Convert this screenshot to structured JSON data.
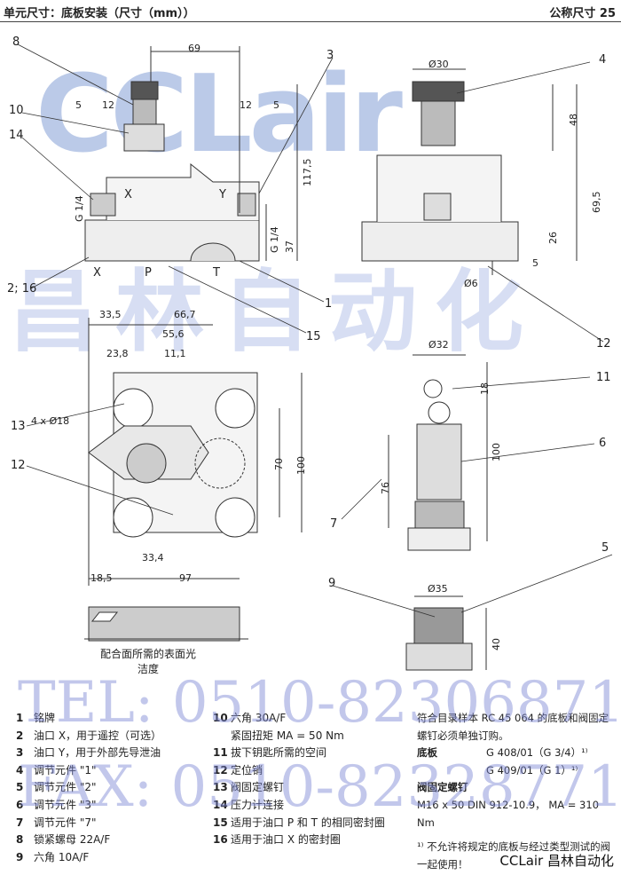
{
  "header": {
    "title": "单元尺寸：底板安装（尺寸（mm））",
    "nominal_size": "公称尺寸 25"
  },
  "labels": [
    "8",
    "69",
    "3",
    "10",
    "5",
    "12",
    "12",
    "5",
    "14",
    "X",
    "Y",
    "G 1/4",
    "G 1/4",
    "117,5",
    "37",
    "2; 16",
    "X",
    "P",
    "T",
    "1",
    "15",
    "Ø30",
    "4",
    "48",
    "69,5",
    "26",
    "5",
    "Ø6",
    "12",
    "33,5",
    "66,7",
    "55,6",
    "23,8",
    "11,1",
    "13",
    "4 x Ø18",
    "12",
    "70",
    "100",
    "33,4",
    "18,5",
    "97",
    "Ø32",
    "11",
    "18",
    "6",
    "7",
    "76",
    "100",
    "9",
    "5",
    "Ø35",
    "40"
  ],
  "surface_caption": "配合面所需的表面光洁度",
  "watermark": {
    "logo": "CCLair",
    "company": "昌林自动化",
    "tel": "TEL: 0510-82306871",
    "fax": "FAX: 0510-82328771"
  },
  "legend_left": [
    {
      "n": "1",
      "t": "铭牌"
    },
    {
      "n": "2",
      "t": "油口 X，用于遥控（可选）"
    },
    {
      "n": "3",
      "t": "油口 Y，用于外部先导泄油"
    },
    {
      "n": "4",
      "t": "调节元件 \"1\""
    },
    {
      "n": "5",
      "t": "调节元件 \"2\""
    },
    {
      "n": "6",
      "t": "调节元件 \"3\""
    },
    {
      "n": "7",
      "t": "调节元件 \"7\""
    },
    {
      "n": "8",
      "t": "锁紧螺母 22A/F"
    },
    {
      "n": "9",
      "t": "六角 10A/F"
    }
  ],
  "legend_mid": [
    {
      "n": "10",
      "t": "六角 30A/F"
    },
    {
      "n": "",
      "t": "紧固扭矩 MA = 50 Nm"
    },
    {
      "n": "11",
      "t": "拔下钥匙所需的空间"
    },
    {
      "n": "12",
      "t": "定位销"
    },
    {
      "n": "13",
      "t": "阀固定螺钉"
    },
    {
      "n": "14",
      "t": "压力计连接"
    },
    {
      "n": "15",
      "t": "适用于油口 P 和 T 的相同密封圈"
    },
    {
      "n": "16",
      "t": "适用于油口 X 的密封圈"
    }
  ],
  "notes": {
    "order": "符合目录样本 RC 45 064 的底板和阀固定螺钉必须单独订购。",
    "subplate_label": "底板",
    "subplate_1": "G 408/01（G 3/4）¹⁾",
    "subplate_2": "G 409/01（G 1）¹⁾",
    "screws_label": "阀固定螺钉",
    "screws": "M16 x 50 DIN 912-10.9， MA = 310 Nm",
    "footnote": "¹⁾ 不允许将规定的底板与经过类型测试的阀一起使用！"
  },
  "brand": "CCLair 昌林自动化"
}
